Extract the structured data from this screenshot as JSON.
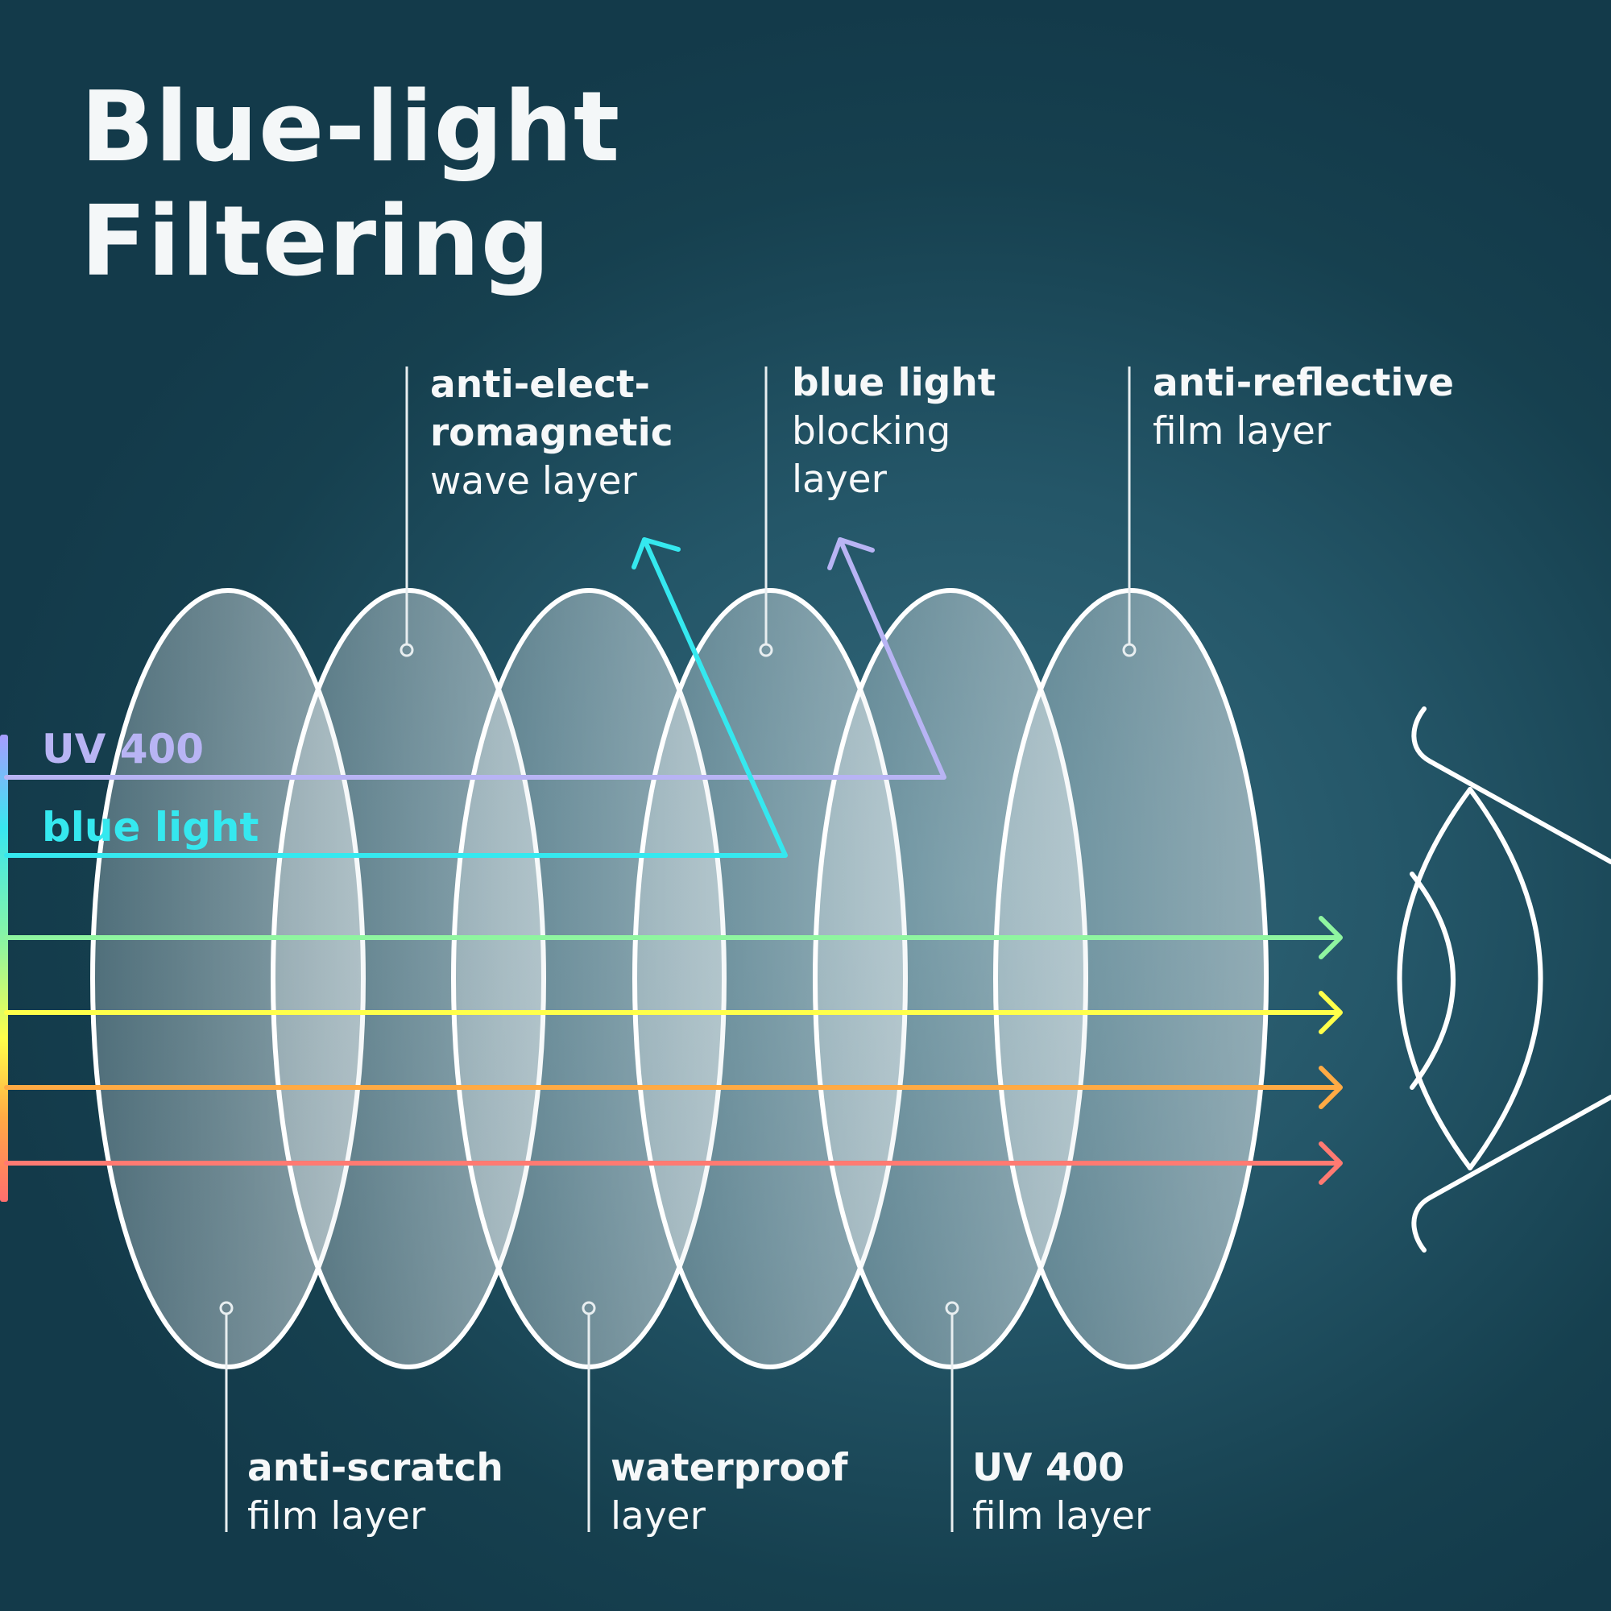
{
  "title": {
    "line1": "Blue-light",
    "line2": "Filtering"
  },
  "layers_top": [
    {
      "bold": [
        "anti-elect-",
        "romagnetic"
      ],
      "normal": [
        "wave layer"
      ]
    },
    {
      "bold": [
        "blue light"
      ],
      "normal": [
        "blocking",
        "layer"
      ]
    },
    {
      "bold": [
        "anti-reflective"
      ],
      "normal": [
        "film layer"
      ]
    }
  ],
  "layers_bottom": [
    {
      "bold": [
        "anti-scratch"
      ],
      "normal": [
        "film layer"
      ]
    },
    {
      "bold": [
        "waterproof"
      ],
      "normal": [
        "layer"
      ]
    },
    {
      "bold": [
        "UV 400"
      ],
      "normal": [
        "film layer"
      ]
    }
  ],
  "rays": {
    "uv_label": "UV 400",
    "blue_label": "blue light"
  },
  "colors": {
    "background": "#1e4d5e",
    "uv": "#b8b4f4",
    "blue_light": "#35e8ef",
    "green": "#8ff5a0",
    "yellow": "#ffff4a",
    "orange": "#ffaa44",
    "red": "#ff7a72",
    "lens_stroke": "#ffffff"
  },
  "icons": {
    "eye": "eye-icon"
  }
}
